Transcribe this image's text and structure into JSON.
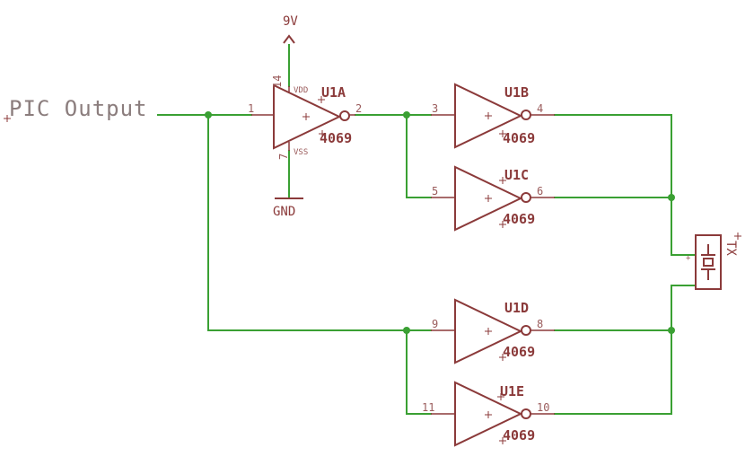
{
  "net_label": "PIC Output",
  "power": {
    "vcc_label": "9V",
    "gnd_label": "GND",
    "vdd_label": "VDD",
    "vss_label": "VSS",
    "vdd_pin": "14",
    "vss_pin": "7"
  },
  "gates": [
    {
      "id": "u1a",
      "name": "U1A",
      "value": "4069",
      "in_pin": "1",
      "out_pin": "2"
    },
    {
      "id": "u1b",
      "name": "U1B",
      "value": "4069",
      "in_pin": "3",
      "out_pin": "4"
    },
    {
      "id": "u1c",
      "name": "U1C",
      "value": "4069",
      "in_pin": "5",
      "out_pin": "6"
    },
    {
      "id": "u1d",
      "name": "U1D",
      "value": "4069",
      "in_pin": "9",
      "out_pin": "8"
    },
    {
      "id": "u1e",
      "name": "U1E",
      "value": "4069",
      "in_pin": "11",
      "out_pin": "10"
    }
  ],
  "transducer": {
    "name": "TX",
    "pin_plus": "+"
  },
  "colors": {
    "wire": "#3aa033",
    "part": "#8b3a3a",
    "text_gray": "#8b7d7d"
  }
}
